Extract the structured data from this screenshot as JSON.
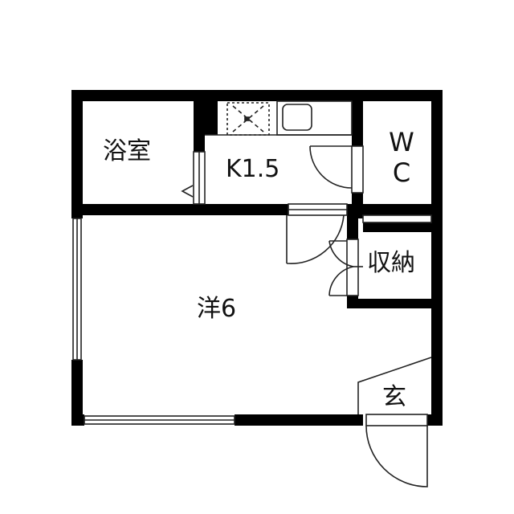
{
  "floor_plan": {
    "rooms": [
      {
        "id": "bath",
        "label": "浴室"
      },
      {
        "id": "kitchen",
        "label": "K1.5"
      },
      {
        "id": "wc",
        "label": "W C"
      },
      {
        "id": "storage",
        "label": "収納"
      },
      {
        "id": "western",
        "label": "洋6"
      },
      {
        "id": "entry",
        "label": "玄"
      }
    ],
    "colors": {
      "wall": "#000000",
      "line": "#222222",
      "background": "#ffffff"
    }
  }
}
